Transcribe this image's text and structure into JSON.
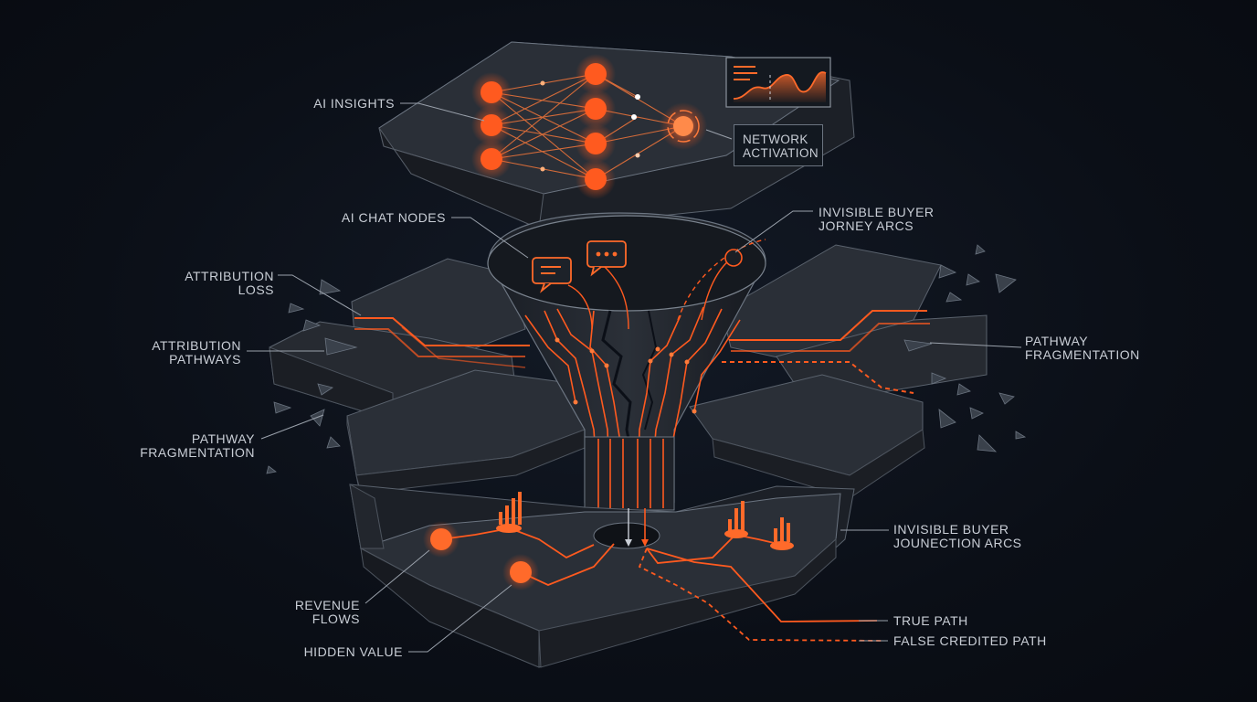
{
  "labels": {
    "ai_insights": "AI INSIGHTS",
    "network_activation_1": "NETWORK",
    "network_activation_2": "ACTIVATION",
    "ai_chat_nodes": "AI CHAT NODES",
    "invisible_buyer_journey_1": "INVISIBLE BUYER",
    "invisible_buyer_journey_2": "JORNEY ARCS",
    "attribution_loss_1": "ATTRIBUTION",
    "attribution_loss_2": "LOSS",
    "attribution_pathways_1": "ATTRIBUTION",
    "attribution_pathways_2": "PATHWAYS",
    "pathway_fragmentation_left_1": "PATHWAY",
    "pathway_fragmentation_left_2": "FRAGMENTATION",
    "pathway_fragmentation_right_1": "PATHWAY",
    "pathway_fragmentation_right_2": "FRAGMENTATION",
    "invisible_buyer_junction_1": "INVISIBLE BUYER",
    "invisible_buyer_junction_2": "JOUNECTION ARCS",
    "revenue_flows_1": "REVENUE",
    "revenue_flows_2": "FLOWS",
    "hidden_value": "HIDDEN VALUE",
    "true_path": "TRUE PATH",
    "false_credited_path": "FALSE CREDITED PATH"
  },
  "colors": {
    "background": "#0b0f17",
    "slab_top": "#2a2f37",
    "slab_side": "#1c2027",
    "accent_orange": "#ff5a1f",
    "glow_orange": "#ff7a3a",
    "label_text": "#c9ced6",
    "leader_line": "#9aa1ab"
  },
  "icons": [
    "chat-bubble-icon",
    "chat-ellipsis-icon",
    "mini-chart-icon",
    "bar-chart-icon"
  ]
}
